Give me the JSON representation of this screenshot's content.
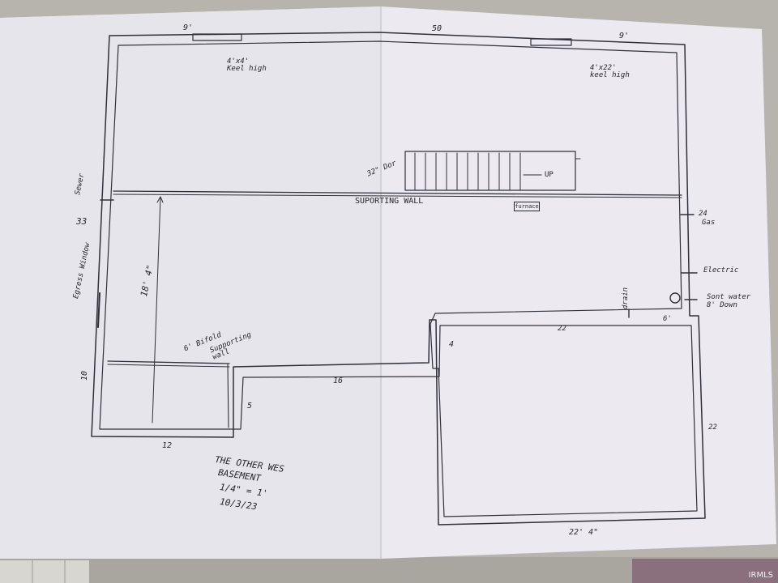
{
  "plan": {
    "dims": {
      "top_left_window_dim": "9'",
      "top_overall": "50",
      "top_right_window_dim": "9'",
      "left_overall": "33",
      "left_lower": "10",
      "center_height": "18' 4\"",
      "step_width": "16",
      "step_depth": "5",
      "bottom_left": "12",
      "right_upper": "24",
      "inner_offset": "4",
      "ledge_width": "22",
      "ledge_small": "6'",
      "right_lower": "22",
      "bottom_right": "22' 4\""
    },
    "labels": {
      "window_left": "4'x4' Keel high",
      "window_right": "4'x22' keel high",
      "sewer": "Sewer",
      "egress_window": "Egress Window",
      "supporting_wall": "SUPORTING WALL",
      "door": "32\" Dor",
      "stairs_up": "UP",
      "furnace": "furnace",
      "gas": "Gas",
      "electric": "Electric",
      "drain": "drain",
      "water": "Sont water 8' Down",
      "bifold": "6' Bifold",
      "supporting_wall_small": "Supporting wall"
    },
    "notes": {
      "line1": "THE OTHER WES",
      "line2": "BASEMENT",
      "line3": "1/4\" = 1'",
      "line4": "10/3/23"
    },
    "watermark": "IRMLS"
  }
}
